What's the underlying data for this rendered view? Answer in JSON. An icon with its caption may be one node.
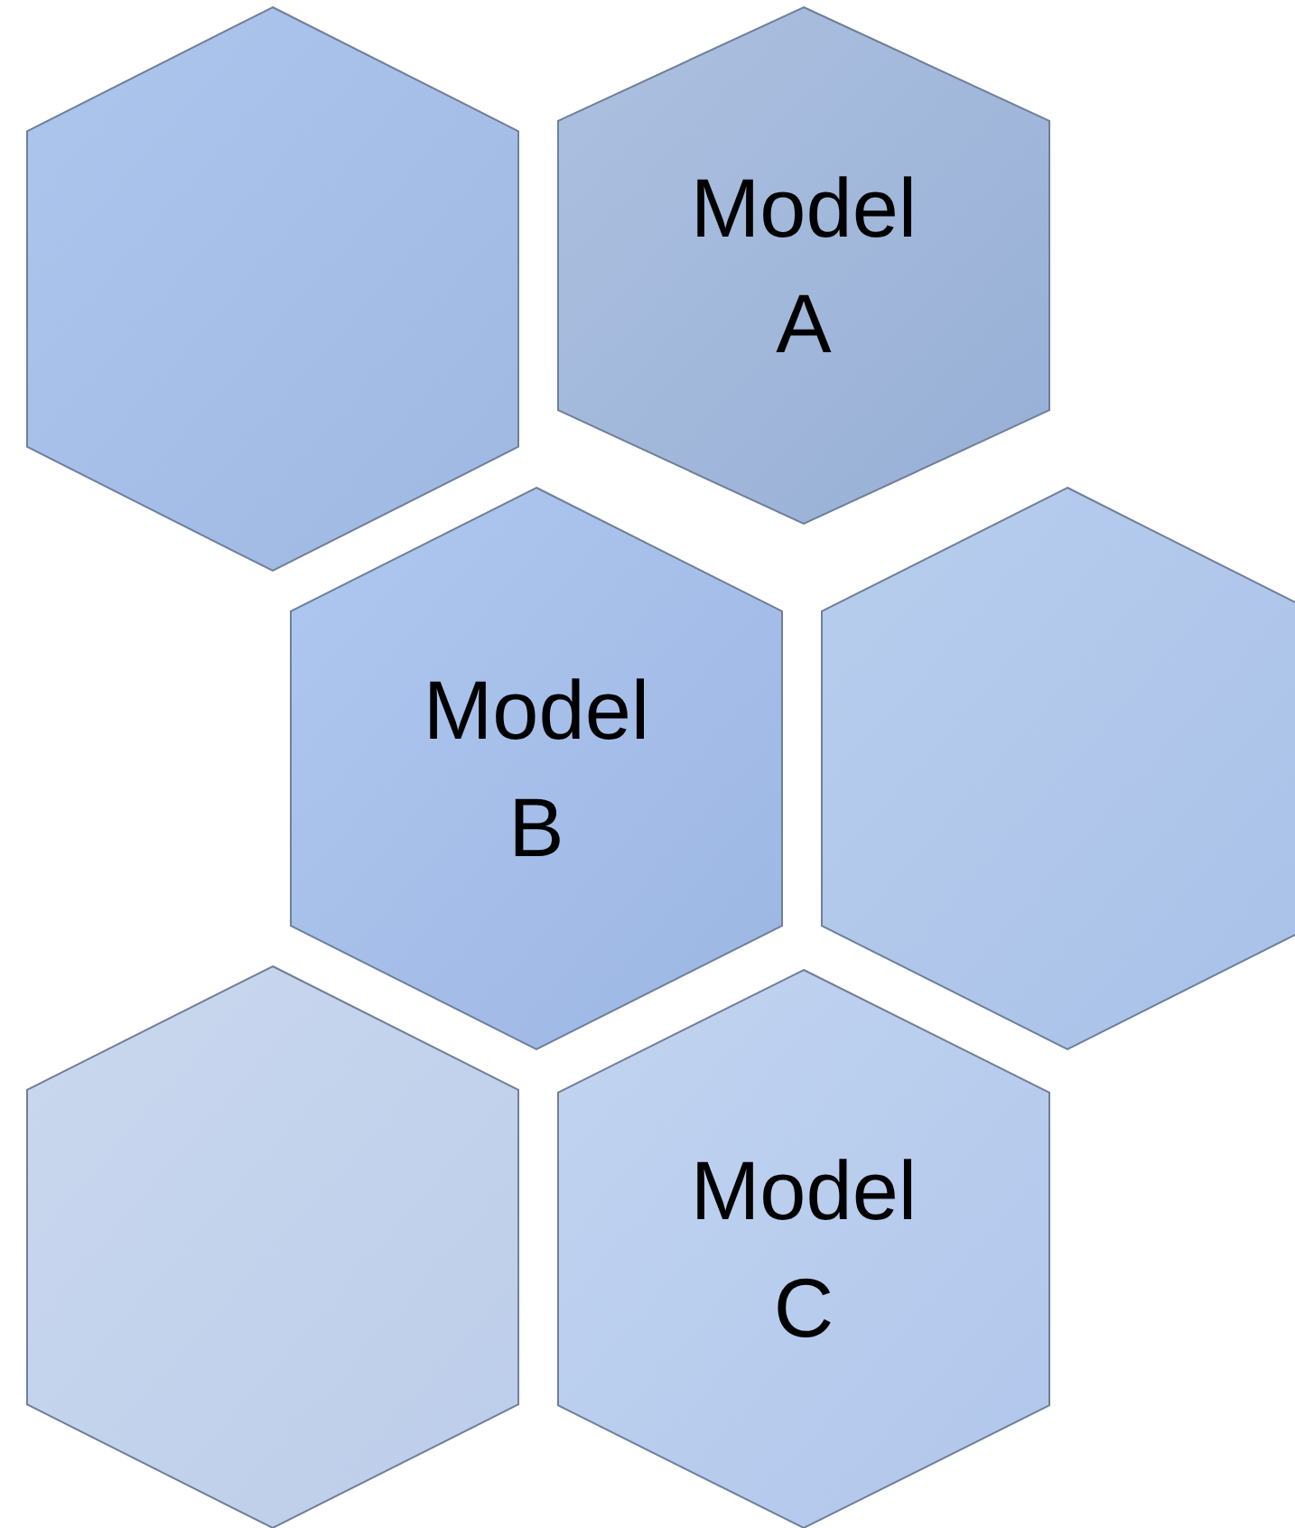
{
  "diagram": {
    "nodes": [
      {
        "text": [],
        "shape": "hexagon"
      },
      {
        "text": [
          "Model A"
        ]
      },
      {
        "text": [
          "Model B"
        ]
      },
      {
        "text": [],
        "shape": "hexagon"
      },
      {
        "text": [],
        "shape": "hexagon"
      },
      {
        "text": [
          "Model C"
        ]
      }
    ]
  }
}
